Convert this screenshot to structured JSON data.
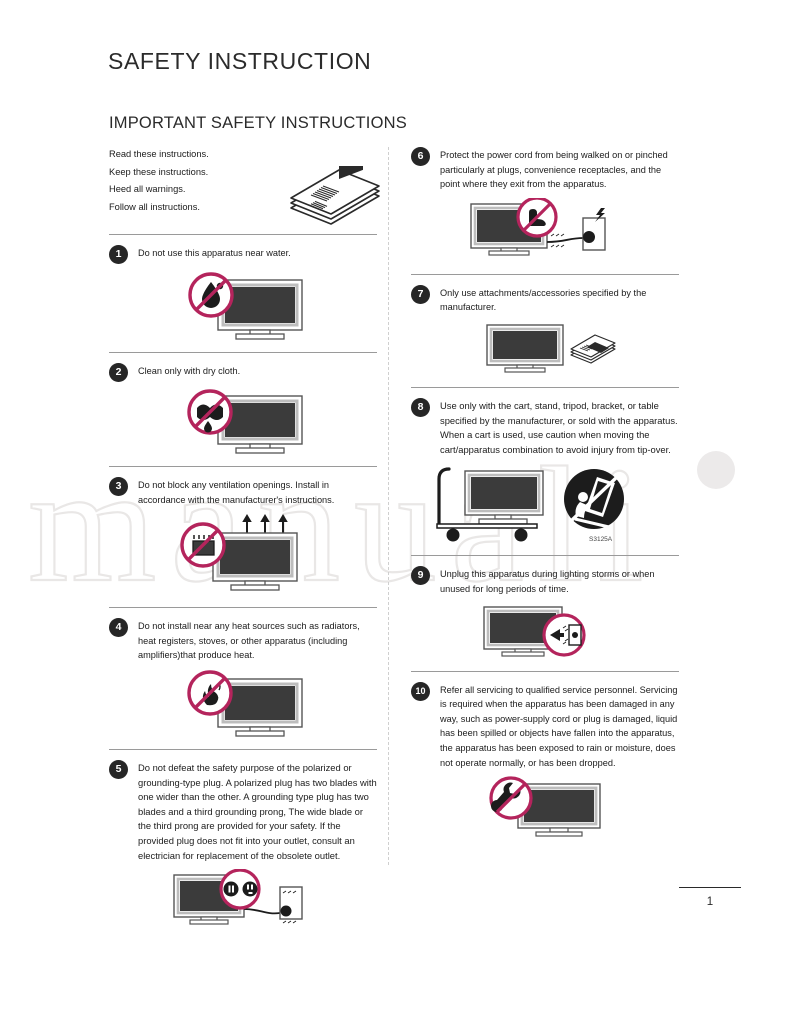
{
  "document": {
    "title": "SAFETY INSTRUCTION",
    "section_title": "IMPORTANT SAFETY INSTRUCTIONS",
    "page_number": "1",
    "watermark": "manuali",
    "accent_color": "#b4245c",
    "ink_color": "#1c1c1c"
  },
  "intro": {
    "lines": [
      "Read these instructions.",
      "Keep these instructions.",
      "Heed all warnings.",
      "Follow all instructions."
    ],
    "icon": "manual-book-icon"
  },
  "left_column": {
    "items": [
      {
        "number": "1",
        "text": "Do not use this apparatus near water.",
        "icon": "no-water-tv-icon"
      },
      {
        "number": "2",
        "text": "Clean only with dry cloth.",
        "icon": "no-wet-cloth-tv-icon"
      },
      {
        "number": "3",
        "text": "Do not block any ventilation openings. Install in accordance with the manufacturer's instructions.",
        "icon": "no-block-vents-tv-icon"
      },
      {
        "number": "4",
        "text": "Do not install near any heat sources such as radiators, heat registers, stoves, or other apparatus (including amplifiers)that produce heat.",
        "icon": "no-heat-source-tv-icon"
      },
      {
        "number": "5",
        "text": "Do not defeat the safety purpose of the polarized or grounding-type plug. A polarized plug has two blades with one wider than the other. A grounding type plug has two blades and a third grounding prong, The wide blade or the third prong are provided for your safety. If the provided plug does not fit into your outlet, consult an electrician for replacement of the obsolete outlet.",
        "icon": "polarized-plug-outlet-icon"
      }
    ]
  },
  "right_column": {
    "items": [
      {
        "number": "6",
        "text": "Protect the power cord from being walked on or pinched particularly at plugs, convenience receptacles, and the point where they exit from the apparatus.",
        "icon": "no-step-on-cord-icon"
      },
      {
        "number": "7",
        "text": "Only use attachments/accessories specified by the manufacturer.",
        "icon": "tv-with-manual-icon"
      },
      {
        "number": "8",
        "text": "Use only with the cart, stand, tripod, bracket, or table specified by the manufacturer, or sold with the apparatus. When a cart is used, use caution when moving the cart/apparatus combination to avoid injury from tip-over.",
        "icon": "tv-cart-icon",
        "icon_secondary": "cart-tipover-warning-icon",
        "icon_secondary_label": "S3125A"
      },
      {
        "number": "9",
        "text": "Unplug this apparatus during lighting storms or when unused for long periods of time.",
        "icon": "unplug-tv-icon"
      },
      {
        "number": "10",
        "text": "Refer all servicing to qualified service personnel. Servicing is required when the apparatus has been damaged in any way, such as power-supply cord or plug is damaged, liquid has been spilled or objects have fallen into the apparatus, the apparatus has been exposed to rain or moisture, does not operate normally, or has been dropped.",
        "icon": "no-servicing-wrench-tv-icon"
      }
    ]
  }
}
